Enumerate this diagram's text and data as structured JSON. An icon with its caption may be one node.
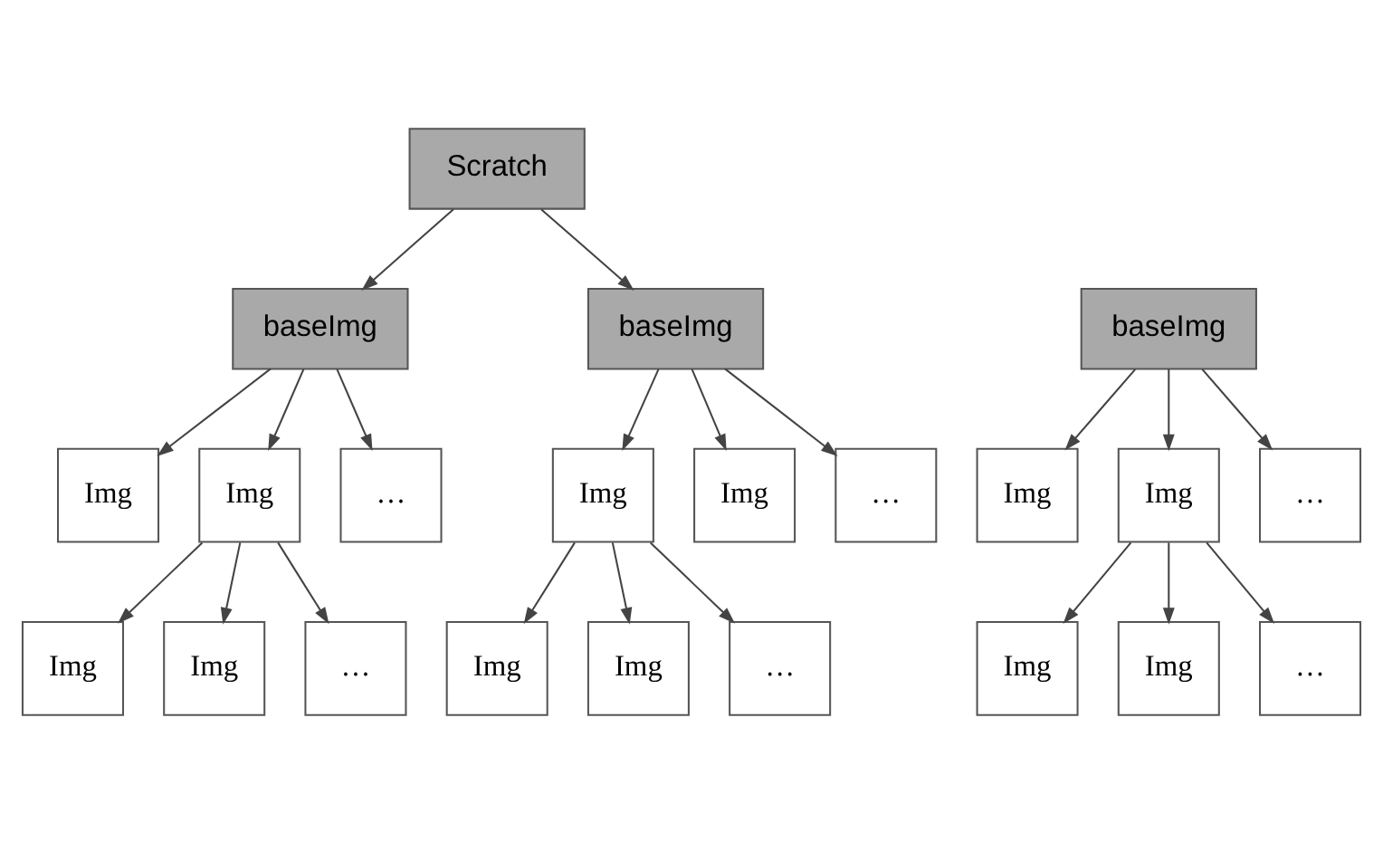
{
  "diagram": {
    "nodes": [
      {
        "text": [
          "Scratch"
        ]
      },
      {
        "text": [
          "baseImg"
        ]
      },
      {
        "text": [
          "baseImg"
        ]
      },
      {
        "text": [
          "baseImg"
        ]
      },
      {
        "text": [
          "Img"
        ]
      },
      {
        "text": [
          "Img"
        ]
      },
      {
        "text": [
          "…"
        ]
      },
      {
        "text": [
          "Img"
        ]
      },
      {
        "text": [
          "Img"
        ]
      },
      {
        "text": [
          "…"
        ]
      },
      {
        "text": [
          "Img"
        ]
      },
      {
        "text": [
          "Img"
        ]
      },
      {
        "text": [
          "…"
        ]
      },
      {
        "text": [
          "Img"
        ]
      },
      {
        "text": [
          "Img"
        ]
      },
      {
        "text": [
          "…"
        ]
      },
      {
        "text": [
          "Img"
        ]
      },
      {
        "text": [
          "Img"
        ]
      },
      {
        "text": [
          "…"
        ]
      },
      {
        "text": [
          "Img"
        ]
      },
      {
        "text": [
          "Img"
        ]
      },
      {
        "text": [
          "…"
        ]
      }
    ],
    "edges": [
      {
        "from": 0,
        "to": 1,
        "arrow": "to"
      },
      {
        "from": 0,
        "to": 2,
        "arrow": "to"
      },
      {
        "from": 1,
        "to": 4,
        "arrow": "to"
      },
      {
        "from": 1,
        "to": 5,
        "arrow": "to"
      },
      {
        "from": 1,
        "to": 6,
        "arrow": "to"
      },
      {
        "from": 2,
        "to": 7,
        "arrow": "to"
      },
      {
        "from": 2,
        "to": 8,
        "arrow": "to"
      },
      {
        "from": 2,
        "to": 9,
        "arrow": "to"
      },
      {
        "from": 3,
        "to": 10,
        "arrow": "to"
      },
      {
        "from": 3,
        "to": 11,
        "arrow": "to"
      },
      {
        "from": 3,
        "to": 12,
        "arrow": "to"
      },
      {
        "from": 5,
        "to": 13,
        "arrow": "to"
      },
      {
        "from": 5,
        "to": 14,
        "arrow": "to"
      },
      {
        "from": 5,
        "to": 15,
        "arrow": "to"
      },
      {
        "from": 7,
        "to": 16,
        "arrow": "to"
      },
      {
        "from": 7,
        "to": 17,
        "arrow": "to"
      },
      {
        "from": 7,
        "to": 18,
        "arrow": "to"
      },
      {
        "from": 11,
        "to": 19,
        "arrow": "to"
      },
      {
        "from": 11,
        "to": 20,
        "arrow": "to"
      },
      {
        "from": 11,
        "to": 21,
        "arrow": "to"
      }
    ]
  }
}
